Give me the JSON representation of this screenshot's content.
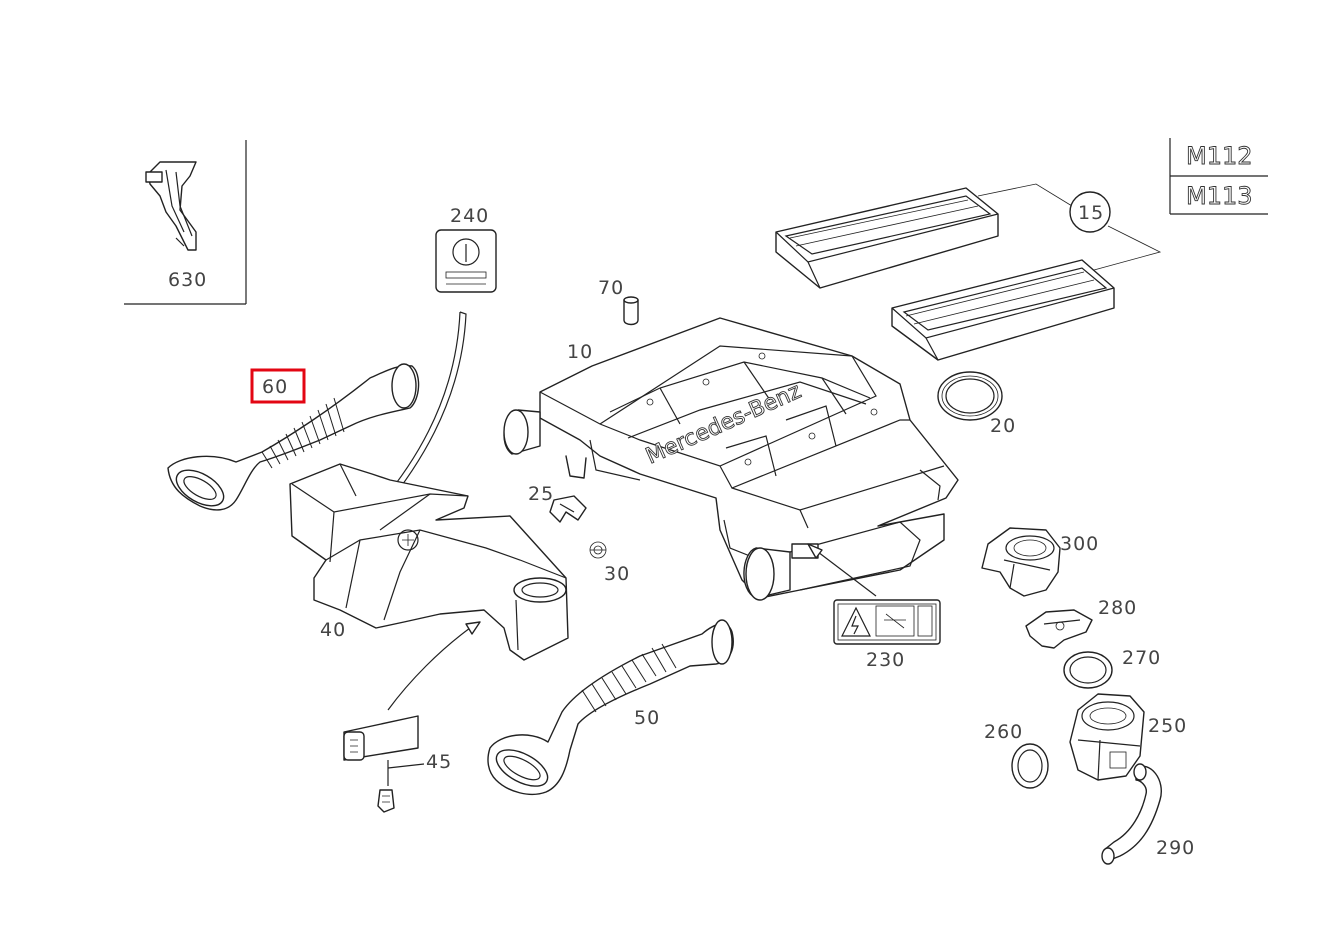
{
  "engine_codes": [
    "M112",
    "M113"
  ],
  "brand_text": "Mercedes-Benz",
  "highlight": {
    "label": "60",
    "color": "#e30613"
  },
  "callouts": {
    "p630": "630",
    "p240": "240",
    "p70": "70",
    "p10": "10",
    "p15": "15",
    "p60": "60",
    "p20": "20",
    "p25": "25",
    "p30": "30",
    "p40": "40",
    "p300": "300",
    "p280": "280",
    "p230": "230",
    "p270": "270",
    "p50": "50",
    "p260": "260",
    "p250": "250",
    "p45": "45",
    "p290": "290"
  }
}
